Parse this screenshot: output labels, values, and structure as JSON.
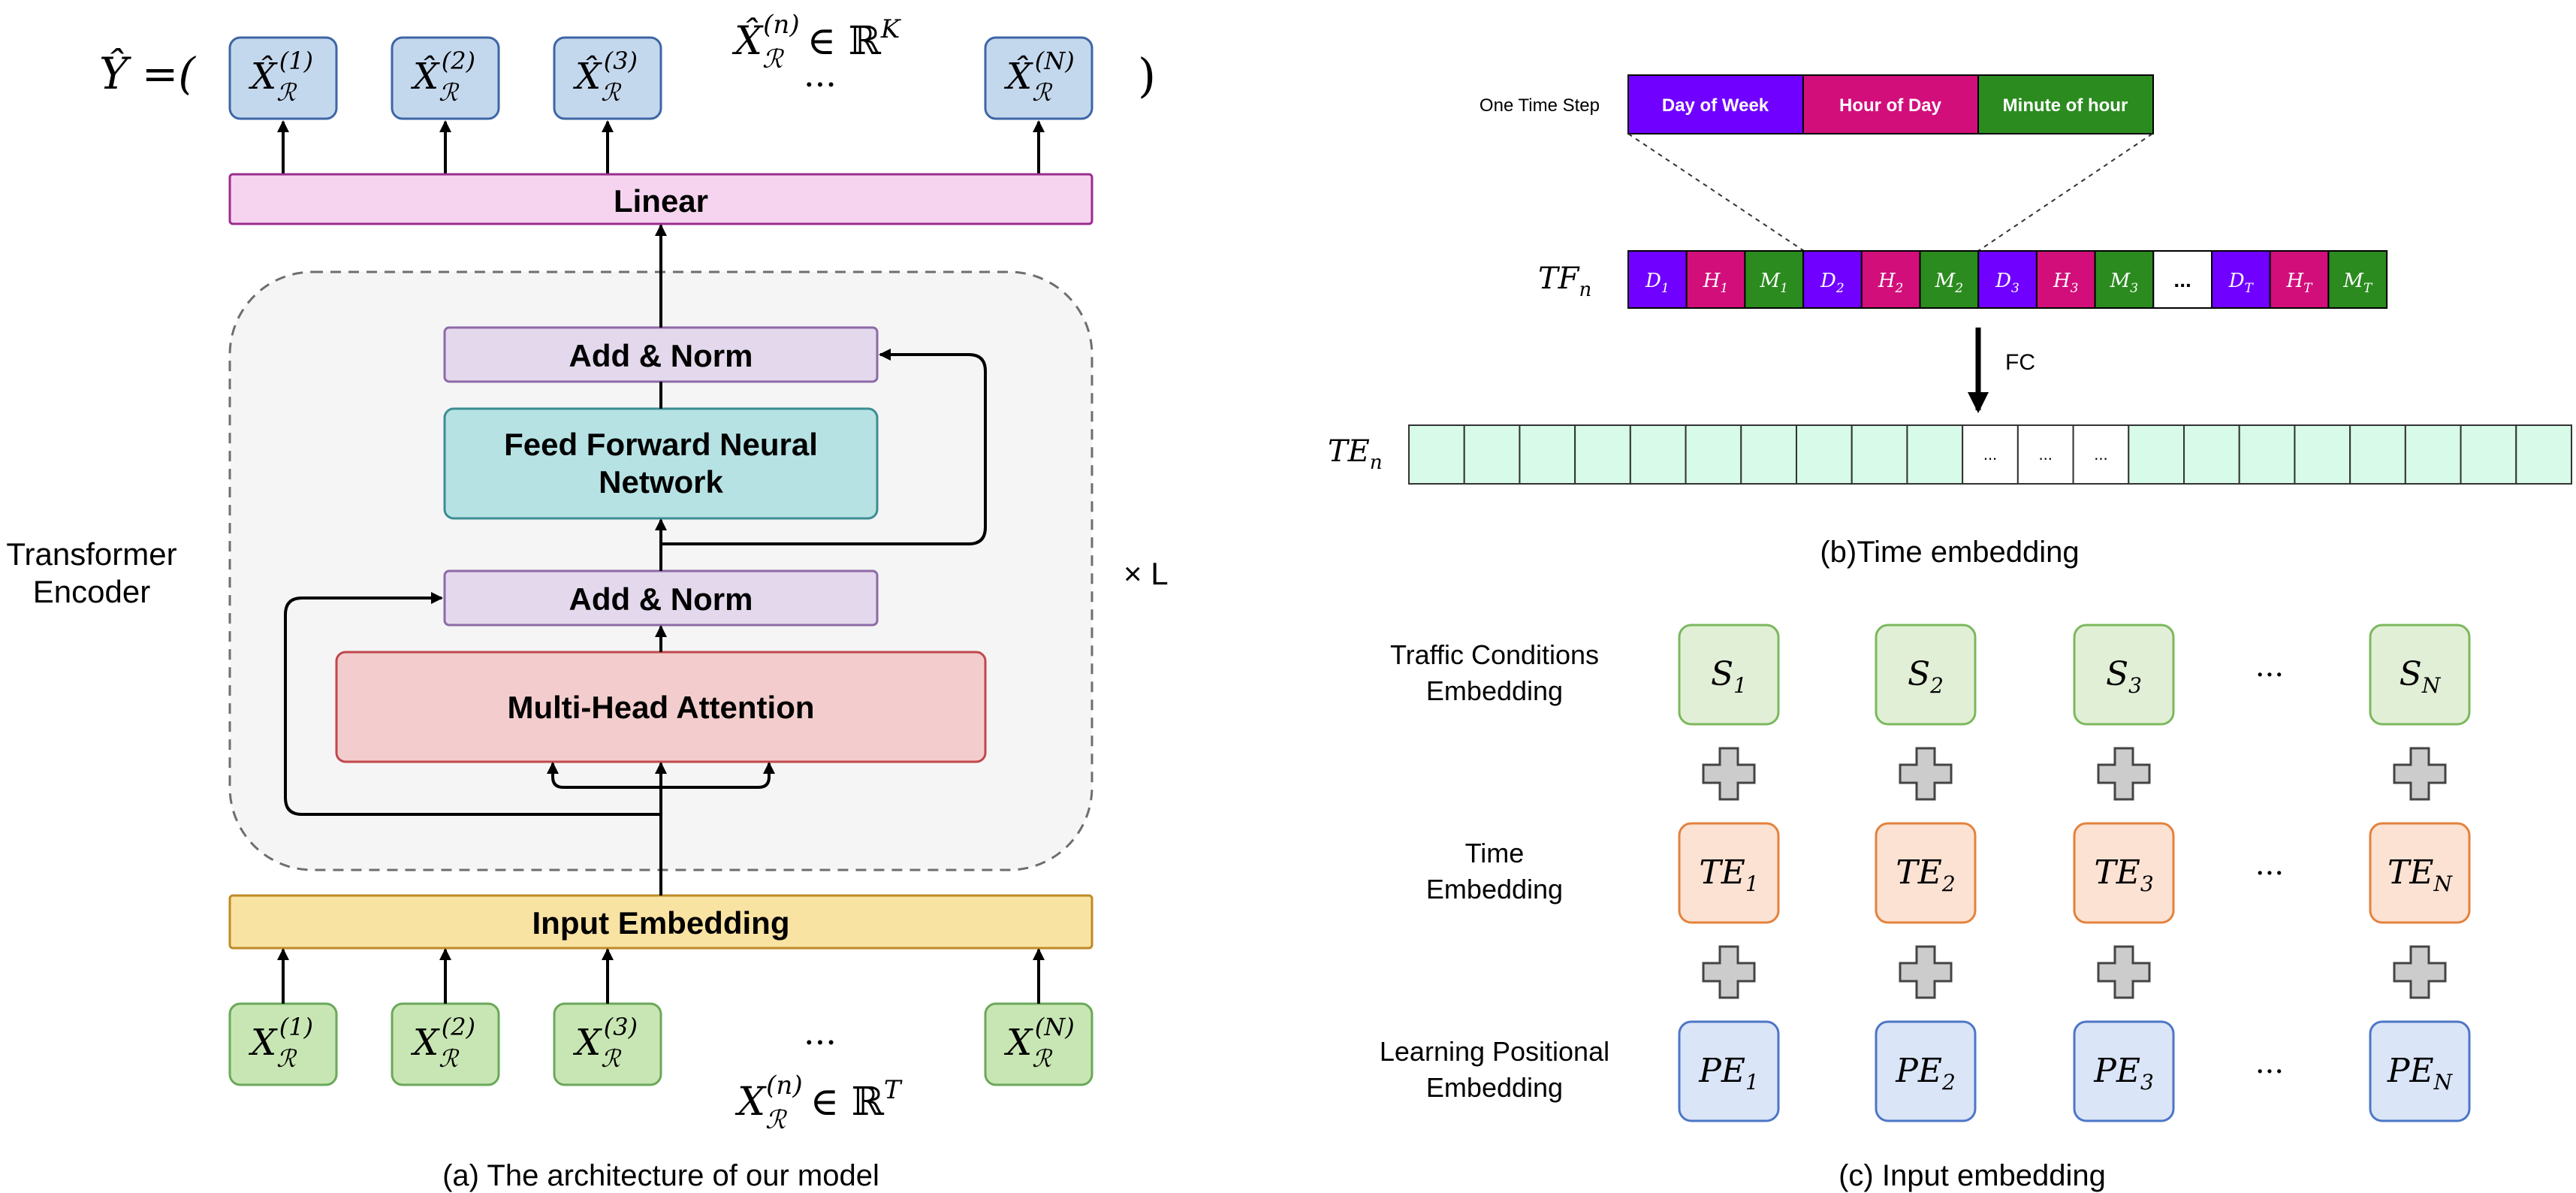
{
  "architecture": {
    "y_hat_prefix": "Ŷ =(",
    "close_paren": ")",
    "outputs": [
      {
        "base": "X̂",
        "sub": "ℛ",
        "sup": "(1)"
      },
      {
        "base": "X̂",
        "sub": "ℛ",
        "sup": "(2)"
      },
      {
        "base": "X̂",
        "sub": "ℛ",
        "sup": "(3)"
      },
      {
        "base": "X̂",
        "sub": "ℛ",
        "sup": "(N)"
      }
    ],
    "output_dims": {
      "base": "X̂",
      "sub": "ℛ",
      "sup": "(n)",
      "tail": "∈ ℝ",
      "exp": "K"
    },
    "output_ellipsis": "...",
    "linear_label": "Linear",
    "encoder_side_label_1": "Transformer",
    "encoder_side_label_2": "Encoder",
    "repeat_label": "× L",
    "add_norm_top": "Add & Norm",
    "ffn_label_1": "Feed Forward Neural",
    "ffn_label_2": "Network",
    "add_norm_bottom": "Add & Norm",
    "mha_label": "Multi-Head Attention",
    "input_embedding_label": "Input Embedding",
    "inputs": [
      {
        "base": "X",
        "sub": "ℛ",
        "sup": "(1)"
      },
      {
        "base": "X",
        "sub": "ℛ",
        "sup": "(2)"
      },
      {
        "base": "X",
        "sub": "ℛ",
        "sup": "(3)"
      },
      {
        "base": "X",
        "sub": "ℛ",
        "sup": "(N)"
      }
    ],
    "input_dims": {
      "base": "X",
      "sub": "ℛ",
      "sup": "(n)",
      "tail": "∈ ℝ",
      "exp": "T"
    },
    "input_ellipsis": "...",
    "caption": "(a) The architecture of our model"
  },
  "time_embedding": {
    "one_time_step_label": "One Time Step",
    "step_segments": [
      "Day of Week",
      "Hour of Day",
      "Minute of hour"
    ],
    "tf_label": {
      "base": "TF",
      "sub": "n"
    },
    "tf_cells": [
      {
        "base": "D",
        "sub": "1"
      },
      {
        "base": "H",
        "sub": "1"
      },
      {
        "base": "M",
        "sub": "1"
      },
      {
        "base": "D",
        "sub": "2"
      },
      {
        "base": "H",
        "sub": "2"
      },
      {
        "base": "M",
        "sub": "2"
      },
      {
        "base": "D",
        "sub": "3"
      },
      {
        "base": "H",
        "sub": "3"
      },
      {
        "base": "M",
        "sub": "3"
      },
      {
        "base": "...",
        "sub": ""
      },
      {
        "base": "D",
        "sub": "T"
      },
      {
        "base": "H",
        "sub": "T"
      },
      {
        "base": "M",
        "sub": "T"
      }
    ],
    "fc_label": "FC",
    "te_label": {
      "base": "TE",
      "sub": "n"
    },
    "te_cells": [
      "",
      "",
      "",
      "",
      "",
      "",
      "",
      "",
      "",
      "",
      "...",
      "...",
      "...",
      "",
      "",
      "",
      "",
      "",
      "",
      "",
      ""
    ],
    "caption": "(b)Time embedding"
  },
  "input_embedding": {
    "rows": [
      {
        "label_1": "Traffic Conditions",
        "label_2": "Embedding",
        "base": "S",
        "subs": [
          "1",
          "2",
          "3",
          "N"
        ]
      },
      {
        "label_1": "Time",
        "label_2": "Embedding",
        "base": "TE",
        "subs": [
          "1",
          "2",
          "3",
          "N"
        ]
      },
      {
        "label_1": "Learning Positional",
        "label_2": "Embedding",
        "base": "PE",
        "subs": [
          "1",
          "2",
          "3",
          "N"
        ]
      }
    ],
    "ellipsis": "···",
    "caption": "(c) Input embedding"
  },
  "colors": {
    "output_fill": "#c4d8ed",
    "output_stroke": "#3d66a5",
    "linear_fill": "#f6d4ef",
    "linear_stroke": "#9a2d8e",
    "encoder_fill": "#f5f5f5",
    "encoder_stroke": "#6e6e6e",
    "addnorm_fill": "#e4d8ec",
    "addnorm_stroke": "#8d6aa7",
    "ffn_fill": "#b6e2e4",
    "ffn_stroke": "#3c8d94",
    "mha_fill": "#f3cdcd",
    "mha_stroke": "#c0484c",
    "input_emb_fill": "#f9e3a3",
    "input_emb_stroke": "#c08a25",
    "input_fill": "#c8e6b3",
    "input_stroke": "#6aa85a",
    "day_of_week": "#7000ff",
    "hour_of_day": "#d20e7b",
    "minute_of_hour": "#2b8b1f",
    "te_cell_fill": "#d7fbe8",
    "s_fill": "#e2efd7",
    "s_stroke": "#7bb85d",
    "te_fill": "#fbe2d3",
    "te_stroke": "#e4823c",
    "pe_fill": "#dae5f7",
    "pe_stroke": "#4d76c6",
    "plus_fill": "#cccccc",
    "plus_stroke": "#444444"
  }
}
